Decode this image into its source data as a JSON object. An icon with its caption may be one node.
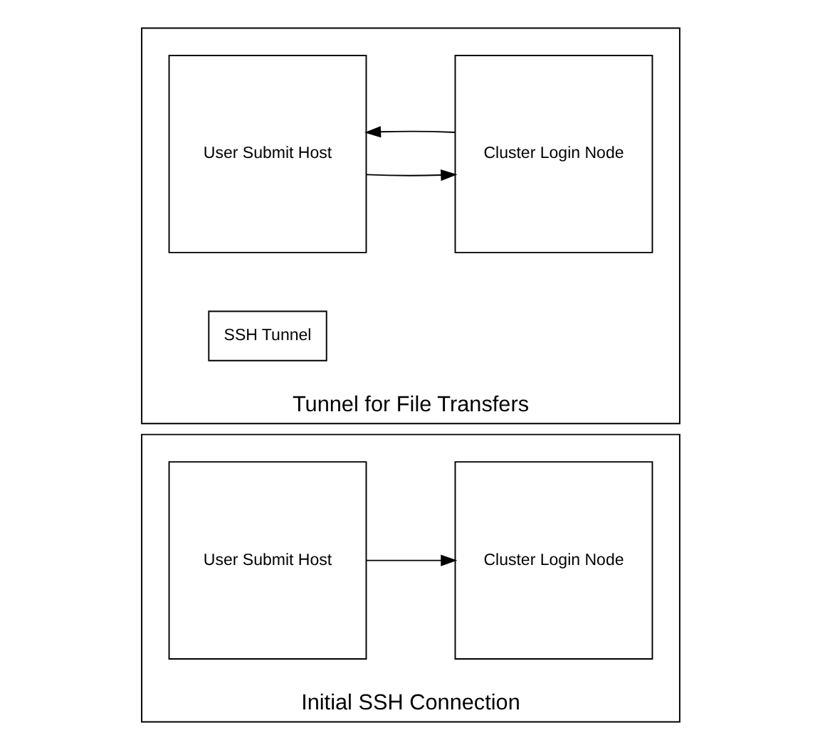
{
  "diagram": {
    "nodes": [
      {
        "text": [
          "Initial SSH Connection"
        ]
      },
      {
        "text": [
          "User Submit Host"
        ],
        "in": 0
      },
      {
        "text": [
          "Cluster Login Node"
        ],
        "in": 0
      },
      {
        "text": [
          "Tunnel for File Transfers"
        ]
      },
      {
        "text": [
          "User Submit Host"
        ],
        "in": 3
      },
      {
        "text": [
          "SSH Tunnel"
        ],
        "in": 3
      },
      {
        "text": [
          "Cluster Login Node"
        ],
        "in": 3
      }
    ],
    "edges": [
      {
        "from": 1,
        "to": 2,
        "arrow": "to"
      },
      {
        "from": 4,
        "to": 6,
        "arrow": "to"
      },
      {
        "from": 6,
        "to": 4,
        "arrow": "to"
      }
    ]
  }
}
